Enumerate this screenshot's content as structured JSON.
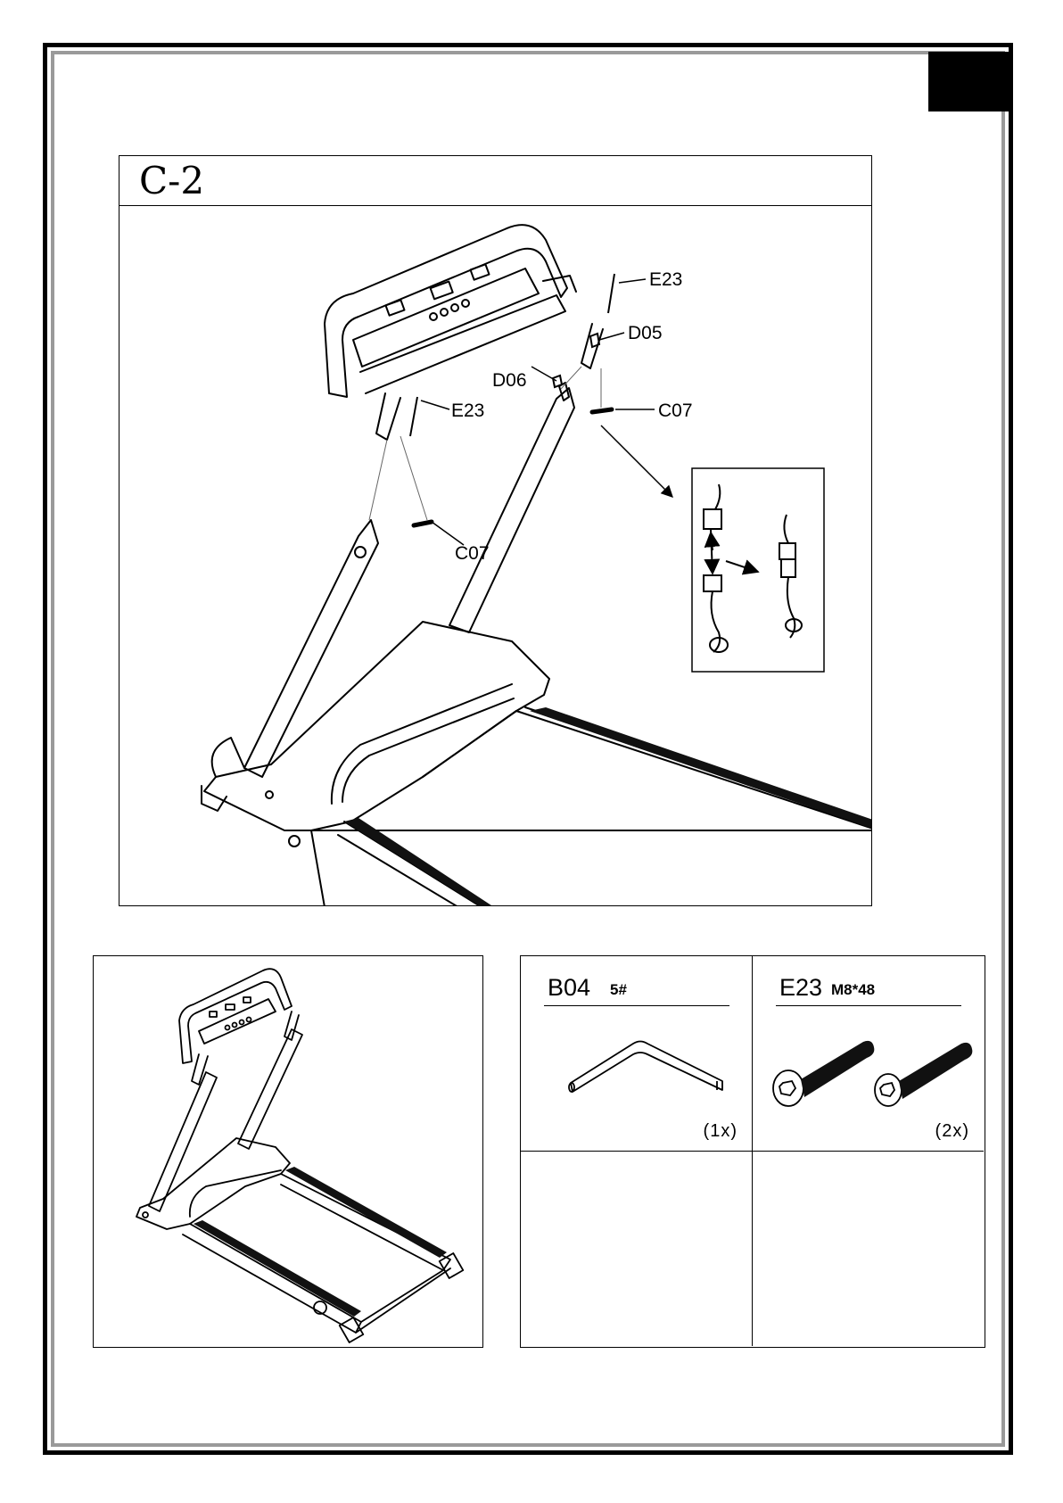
{
  "step": {
    "title": "C-2",
    "callouts": {
      "e23_right": "E23",
      "d05": "D05",
      "d06": "D06",
      "c07_right": "C07",
      "e23_left": "E23",
      "c07_left": "C07"
    }
  },
  "parts": [
    {
      "code": "B04",
      "size": "5#",
      "qty": "(1x)",
      "icon": "hex-key-icon"
    },
    {
      "code": "E23",
      "size": "M8*48",
      "qty": "(2x)",
      "icon": "bolt-icon"
    }
  ]
}
